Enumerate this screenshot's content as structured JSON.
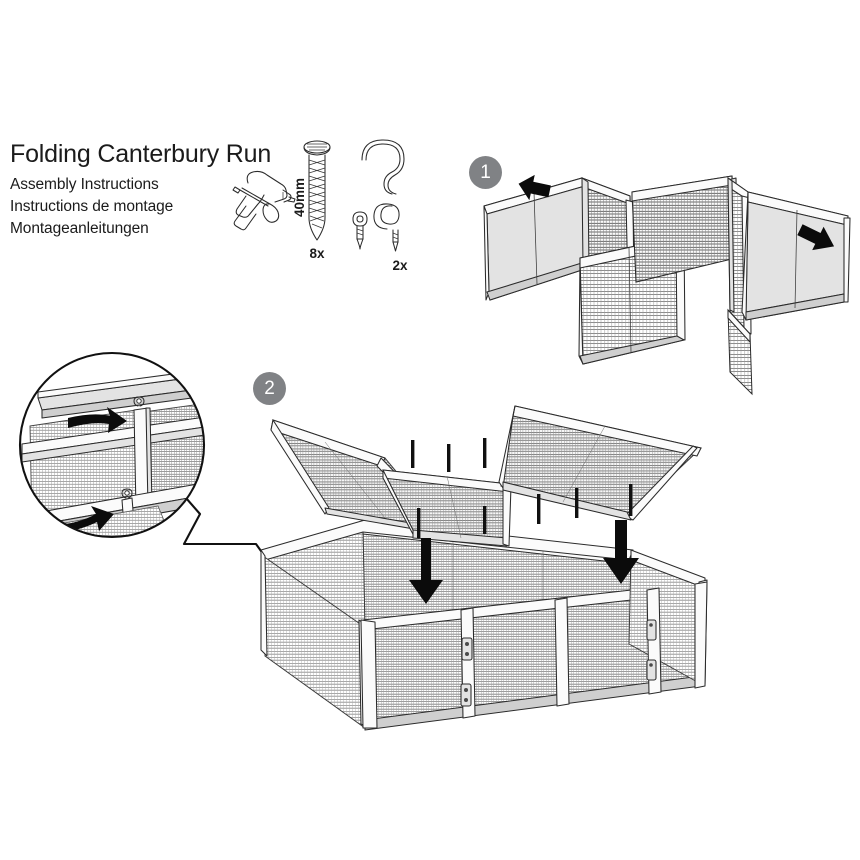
{
  "document": {
    "title": "Folding Canterbury Run",
    "subtitles": [
      "Assembly Instructions",
      "Instructions de montage",
      "Montageanleitungen"
    ]
  },
  "tools": {
    "icon": "drill-and-screwdriver-icon",
    "label": ""
  },
  "parts": [
    {
      "id": "screw",
      "icon": "wood-screw-icon",
      "length_label": "40mm",
      "quantity": "8x"
    },
    {
      "id": "hook-and-eyes",
      "icon": "hook-and-eye-screw-icon",
      "quantity": "2x"
    }
  ],
  "steps": [
    {
      "number": "1",
      "illustration": "folding-panels-accordion",
      "arrows": [
        "arrow-up-left",
        "arrow-down-right"
      ]
    },
    {
      "number": "2",
      "illustration": "assembled-run-with-open-lids",
      "arrows": [
        "arrow-down-left-lid",
        "arrow-down-right-lid"
      ]
    }
  ],
  "detail_callout": {
    "name": "latch-pin-detail",
    "arrows": [
      "curved-arrow-upper",
      "curved-arrow-lower"
    ],
    "attached_to_step": "2"
  },
  "colors": {
    "step_badge": "#808285",
    "line": "#2b2b2b",
    "arrow": "#0b0b0b",
    "background": "#ffffff",
    "text": "#1b1b1b"
  }
}
